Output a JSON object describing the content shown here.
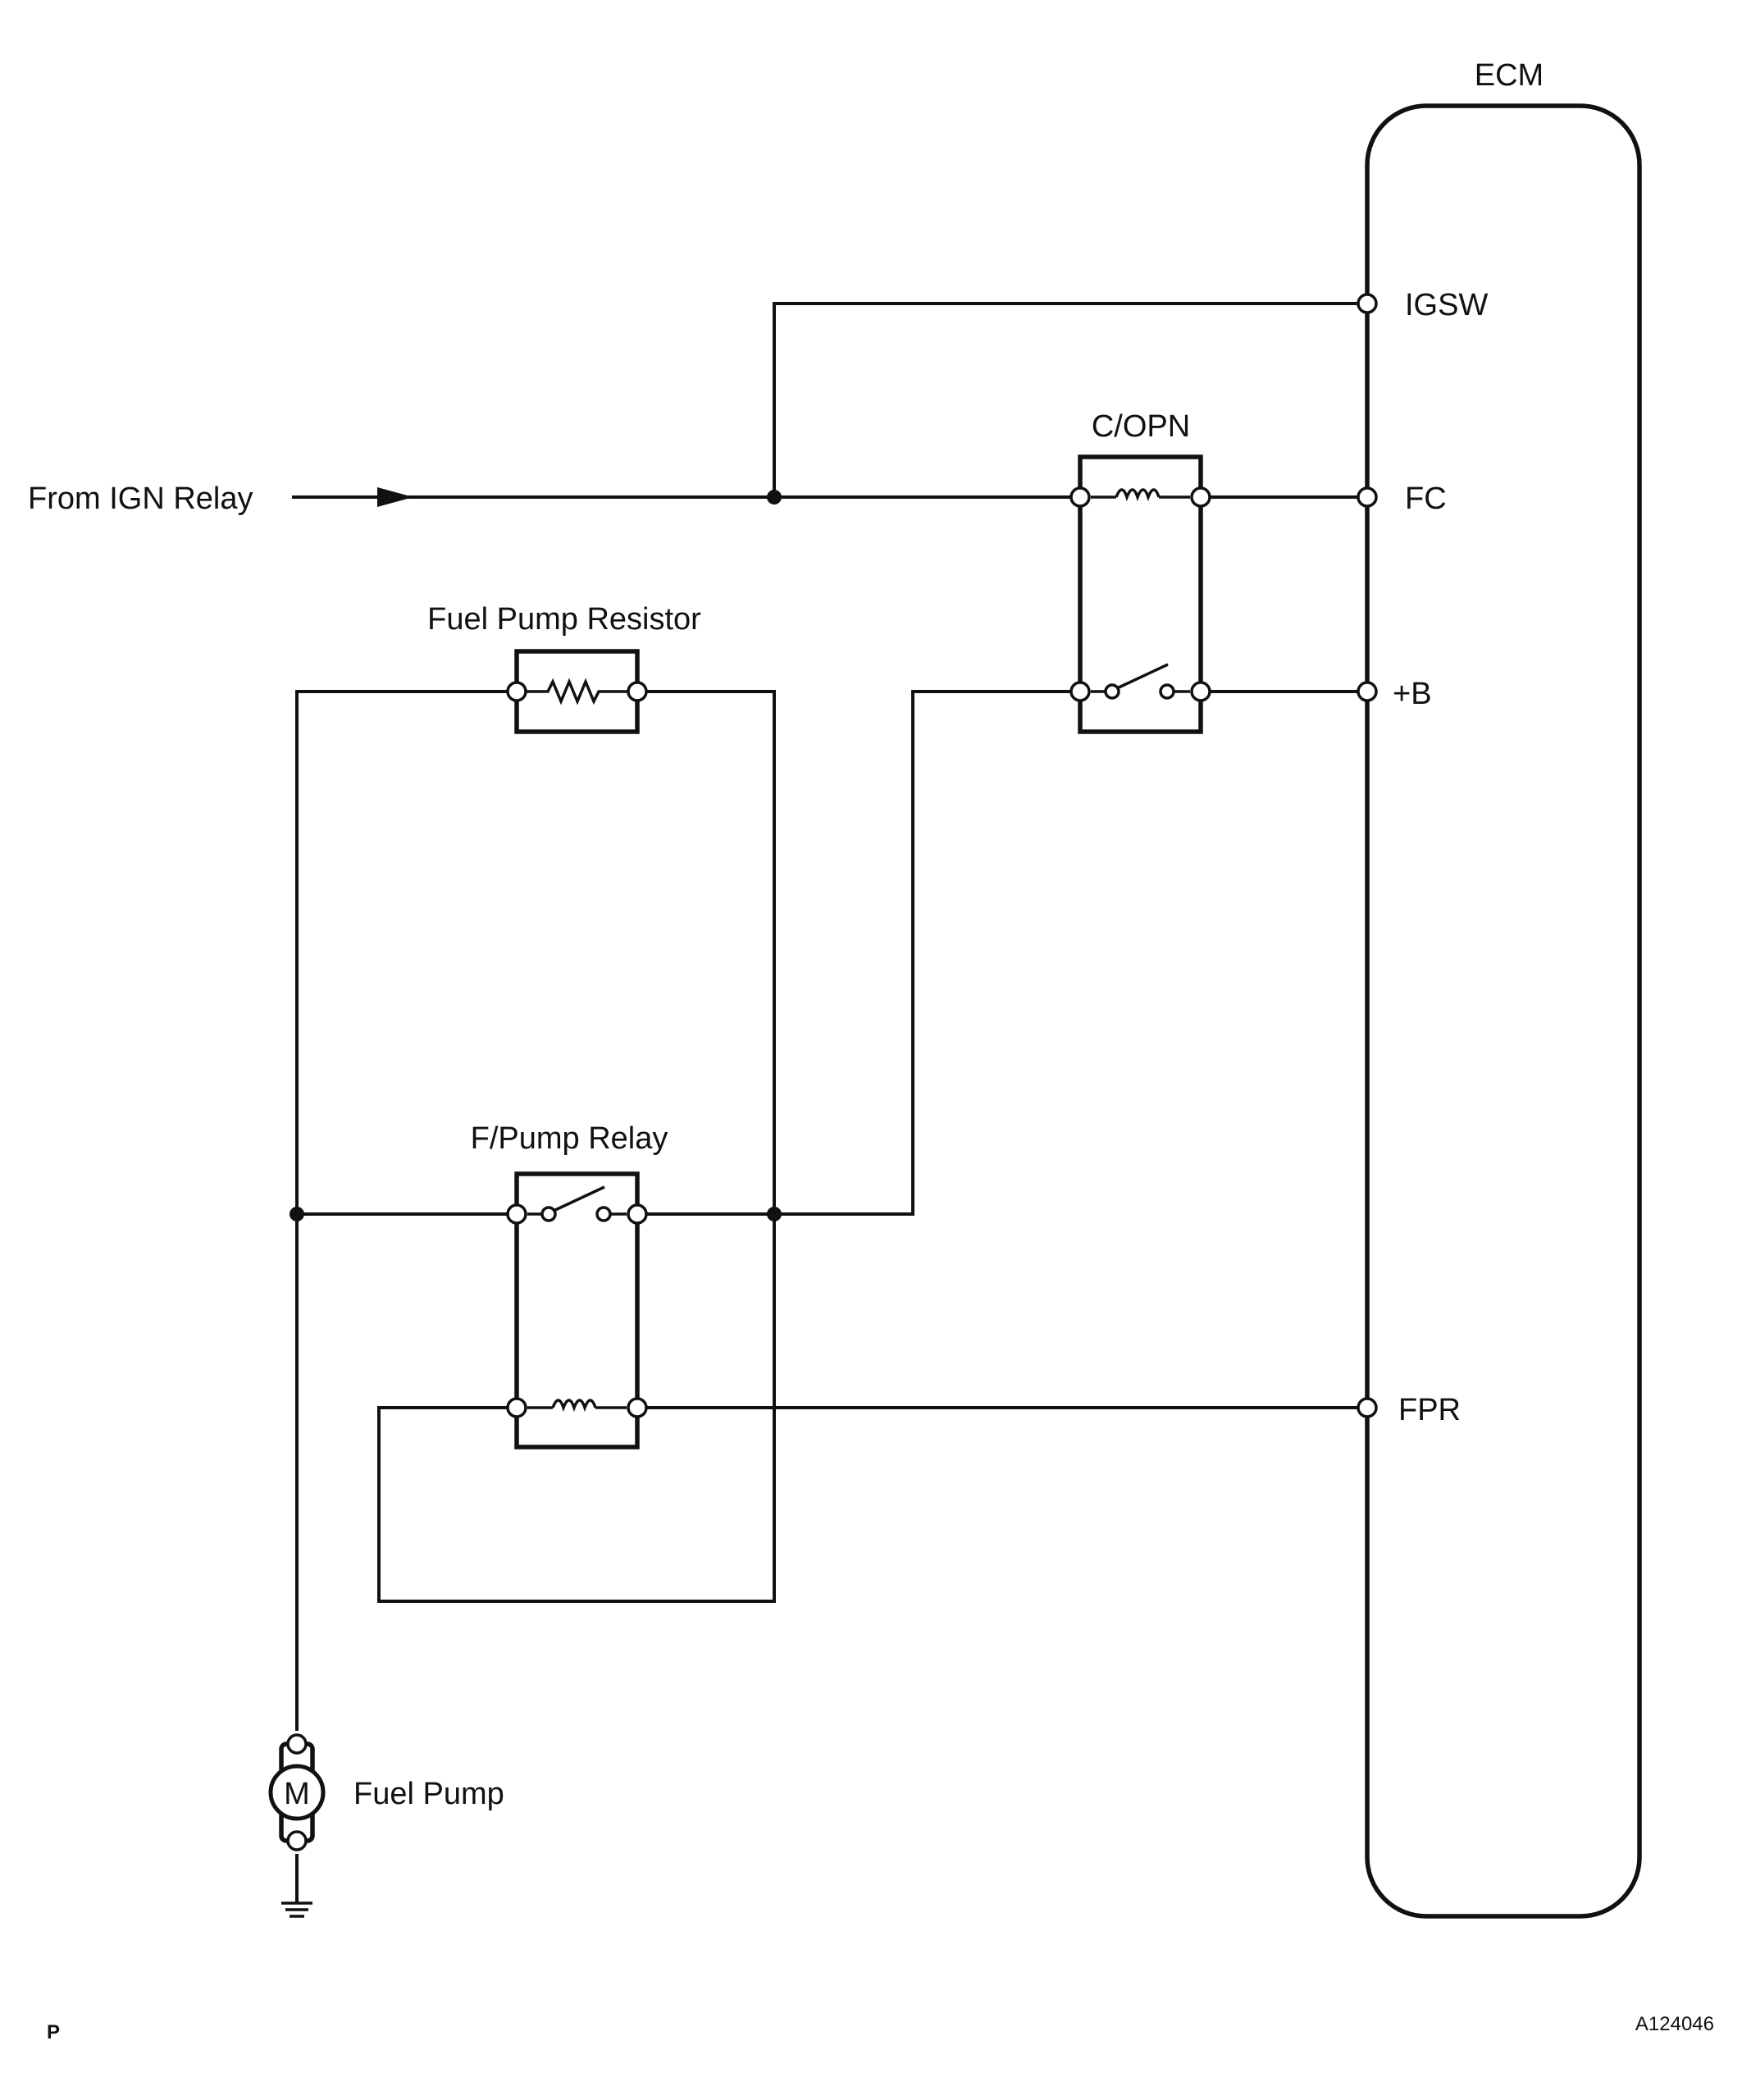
{
  "labels": {
    "ecm": "ECM",
    "igsw": "IGSW",
    "fc": "FC",
    "plus_b": "+B",
    "fpr": "FPR",
    "copn": "C/OPN",
    "from_ign_relay": "From IGN Relay",
    "fuel_pump_resistor": "Fuel Pump Resistor",
    "fpump_relay": "F/Pump Relay",
    "fuel_pump": "Fuel Pump",
    "motor_letter": "M"
  },
  "footer": {
    "left": "P",
    "right": "A124046"
  },
  "colors": {
    "line": "#111111",
    "background": "#ffffff"
  }
}
